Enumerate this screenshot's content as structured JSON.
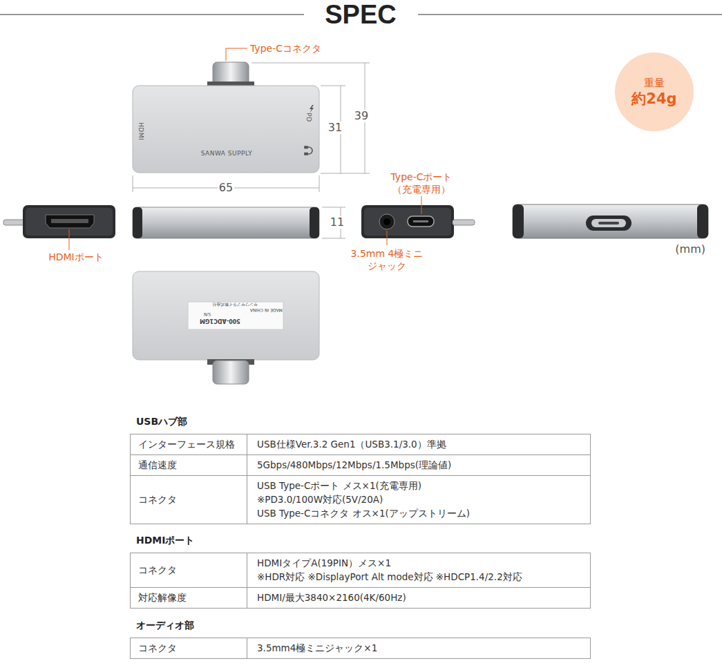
{
  "diagram": {
    "title": "SPEC",
    "nodes": [
      {
        "text": [
          "重量",
          "約24g"
        ]
      }
    ],
    "labels": [
      "Type-Cコネクタ",
      "HDMI",
      "PD",
      "SANWA SUPPLY",
      "31",
      "39",
      "65",
      "Type-Cポート （充電専用）",
      "HDMIポート",
      "11",
      "3.5mm 4極ミニジャック",
      "(mm)",
      "サンワサプライ株式会社",
      "MADE IN CHINA",
      "S/N",
      "500-ADC1GM",
      "USBハブ部",
      "インターフェース規格",
      "USB仕様Ver.3.2 Gen1（USB3.1/3.0）準拠",
      "通信速度",
      "5Gbps/480Mbps/12Mbps/1.5Mbps(理論値)",
      "コネクタ",
      "USB Type-Cポート メス×1(充電専用)",
      "※PD3.0/100W対応(5V/20A)",
      "USB Type-Cコネクタ オス×1(アップストリーム)",
      "HDMIポート",
      "コネクタ",
      "HDMIタイプA(19PIN）メス×1",
      "※HDR対応 ※DisplayPort Alt mode対応 ※HDCP1.4/2.2対応",
      "対応解像度",
      "HDMI/最大3840×2160(4K/60Hz)",
      "オーディオ部",
      "コネクタ",
      "3.5mm4極ミニジャック×1"
    ]
  }
}
